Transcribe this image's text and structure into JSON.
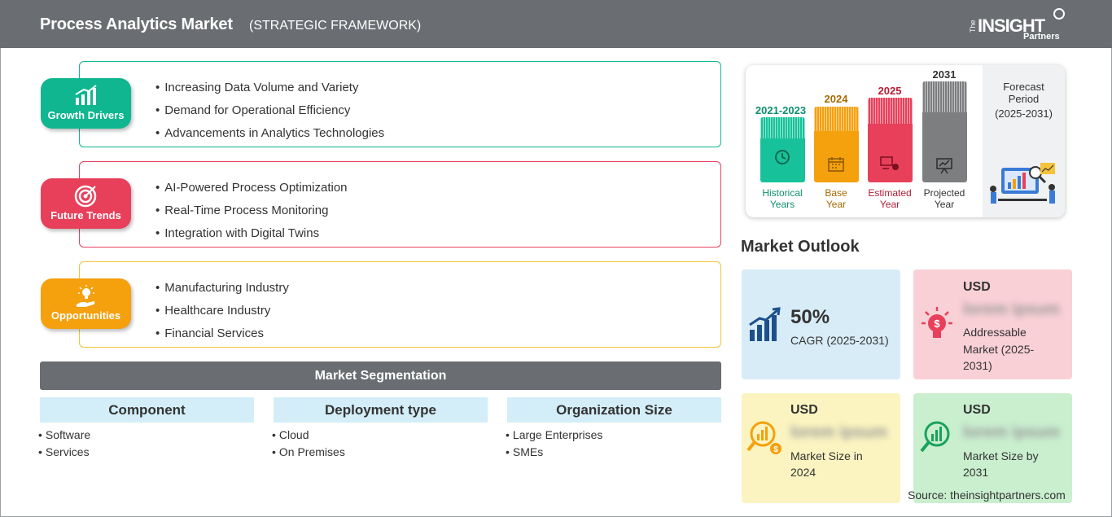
{
  "header": {
    "title": "Process Analytics Market",
    "subtitle": "(STRATEGIC FRAMEWORK)",
    "logo": {
      "the": "The",
      "insight": "INSIGHT",
      "partners": "Partners"
    }
  },
  "features": [
    {
      "label": "Growth Drivers",
      "color": "#0fb690",
      "icon": "growth-chart-icon",
      "items": [
        "Increasing Data Volume and Variety",
        "Demand for Operational Efficiency",
        "Advancements in Analytics Technologies"
      ]
    },
    {
      "label": "Future Trends",
      "color": "#e8405a",
      "icon": "target-icon",
      "items": [
        "AI-Powered Process Optimization",
        "Real-Time Process Monitoring",
        "Integration with Digital Twins"
      ]
    },
    {
      "label": "Opportunities",
      "color": "#f5a00d",
      "icon": "lightbulb-hand-icon",
      "items": [
        "Manufacturing Industry",
        "Healthcare Industry",
        "Financial Services"
      ]
    }
  ],
  "segmentation": {
    "title": "Market Segmentation",
    "columns": [
      {
        "heading": "Component",
        "items": [
          "Software",
          "Services"
        ]
      },
      {
        "heading": "Deployment type",
        "items": [
          "Cloud",
          "On Premises"
        ]
      },
      {
        "heading": "Organization Size",
        "items": [
          "Large Enterprises",
          "SMEs"
        ]
      }
    ]
  },
  "timeline": {
    "bars": [
      {
        "year": "2021-2023",
        "label_line1": "Historical",
        "label_line2": "Years",
        "color": "#17c29a",
        "text_color": "#0e8f6e",
        "icon": "history-icon"
      },
      {
        "year": "2024",
        "label_line1": "Base",
        "label_line2": "Year",
        "color": "#f5a00d",
        "text_color": "#a86a00",
        "icon": "calendar-icon"
      },
      {
        "year": "2025",
        "label_line1": "Estimated",
        "label_line2": "Year",
        "color": "#e8405a",
        "text_color": "#b51d35",
        "icon": "estimate-icon"
      },
      {
        "year": "2031",
        "label_line1": "Projected",
        "label_line2": "Year",
        "color": "#7d7e80",
        "text_color": "#333333",
        "icon": "presentation-icon"
      }
    ],
    "forecast": {
      "line1": "Forecast",
      "line2": "Period",
      "line3": "(2025-2031)"
    }
  },
  "outlook": {
    "title": "Market Outlook",
    "cagr": {
      "value": "50%",
      "label": "CAGR (2025-2031)",
      "color": "#d8ecf7"
    },
    "addressable": {
      "usd": "USD",
      "value": "lorem ipsum",
      "label_line1": "Addressable",
      "label_line2": "Market (2025-",
      "label_line3": "2031)",
      "color": "#f9d0d6"
    },
    "size_2024": {
      "usd": "USD",
      "value": "lorem ipsum",
      "label_line1": "Market Size in",
      "label_line2": "2024",
      "color": "#fbf4c0"
    },
    "size_2031": {
      "usd": "USD",
      "value": "lorem ipsum",
      "label_line1": "Market Size by",
      "label_line2": "2031",
      "color": "#c9efcf"
    }
  },
  "source": "Source: theinsightpartners.com"
}
